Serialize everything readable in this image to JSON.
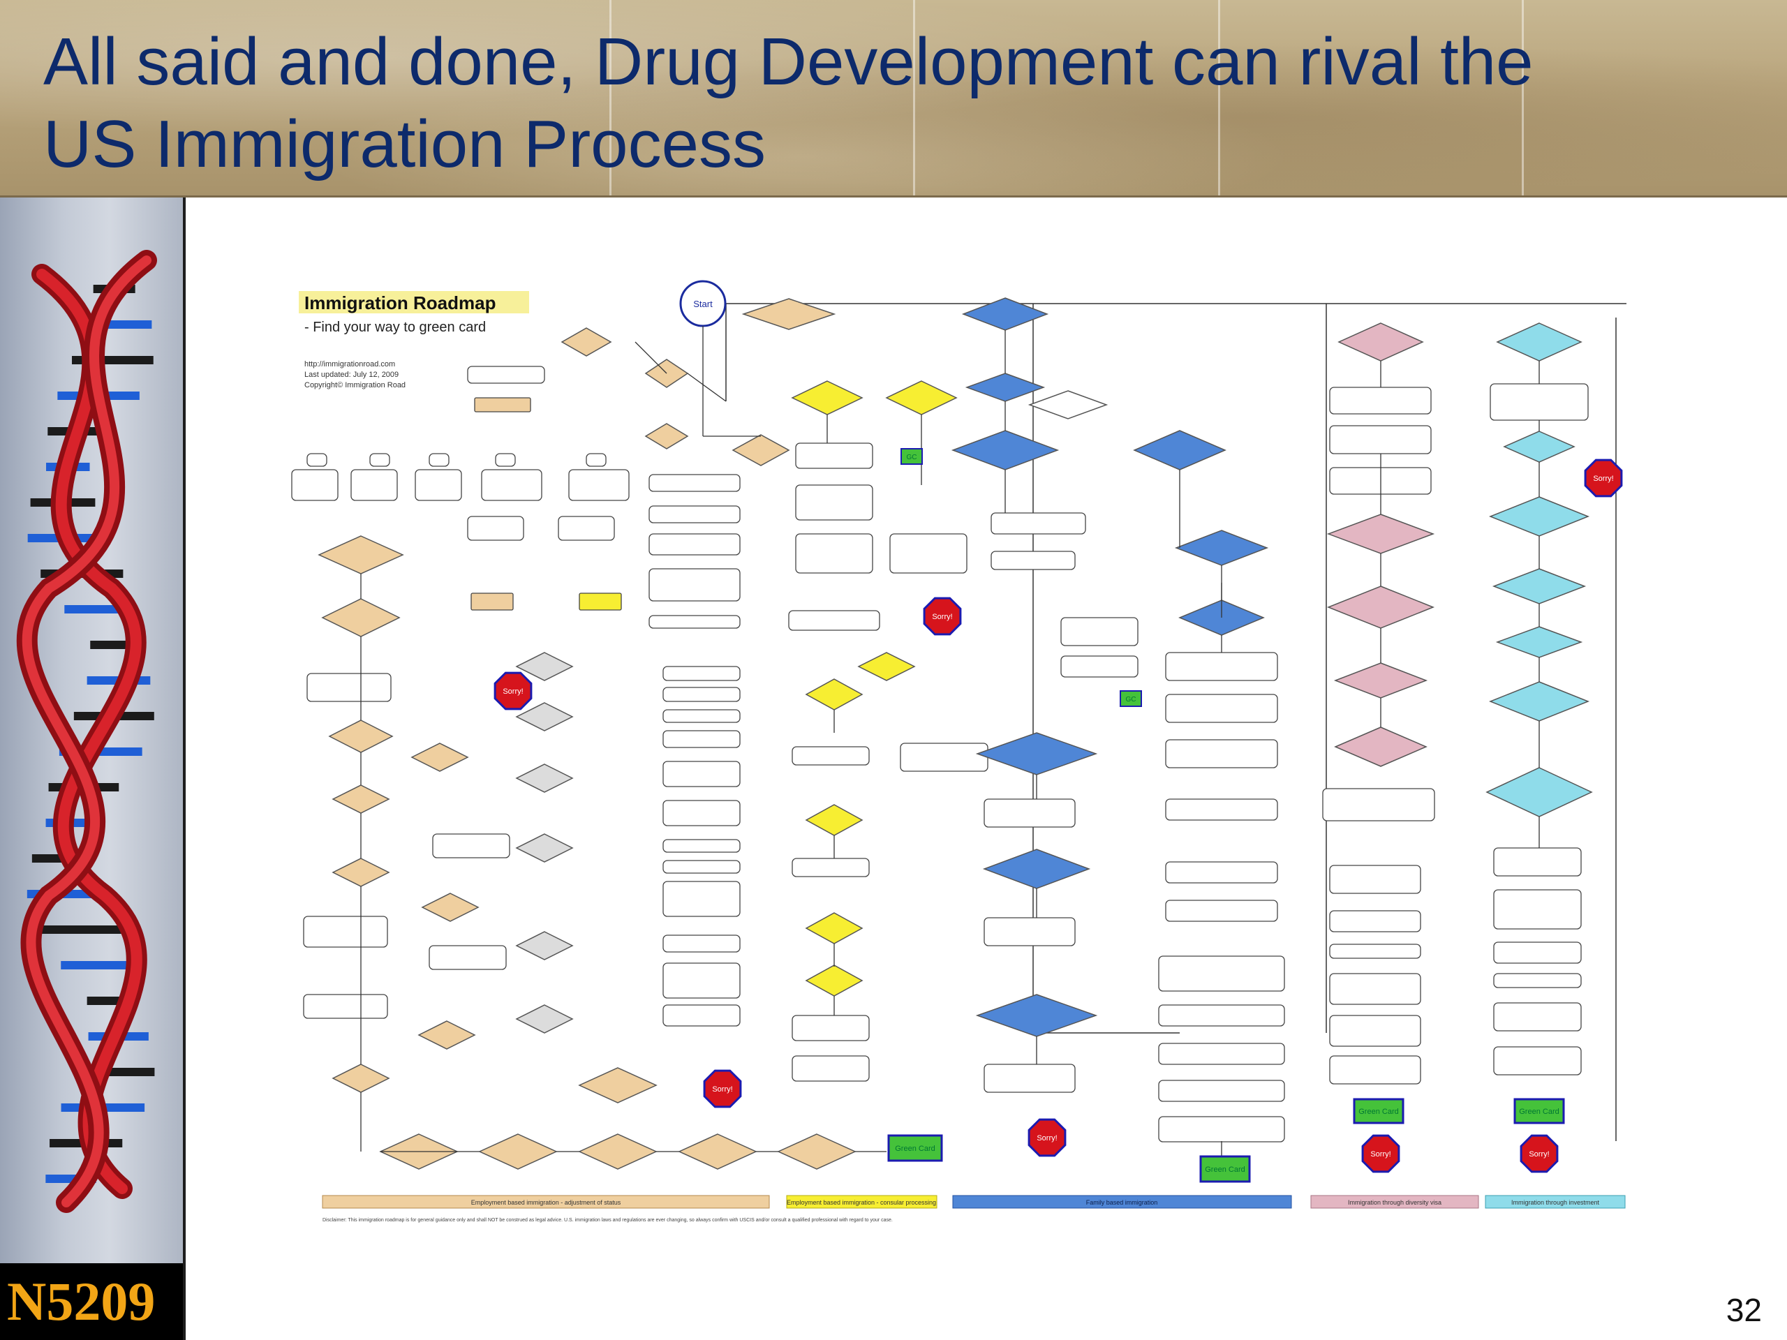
{
  "slide": {
    "title": "All said and done, Drug Development can rival the US Immigration Process",
    "brand": "N5209",
    "page_number": "32"
  },
  "roadmap": {
    "title": "Immigration Roadmap",
    "subtitle": "- Find your way to green card",
    "meta": [
      "http://immigrationroad.com",
      "Last updated: July 12, 2009",
      "Copyright© Immigration Road"
    ],
    "start_label": "Start",
    "green_card_label": "Green Card",
    "sorry_label": "Sorry!",
    "gc_label": "GC",
    "legend": [
      "Employment based immigration - adjustment of status",
      "Employment based immigration - consular processing",
      "Family based immigration",
      "Immigration through diversity visa",
      "Immigration through investment"
    ],
    "disclaimer": "Disclaimer: This immigration roadmap is for general guidance only and shall NOT be construed as legal advice. U.S. immigration laws and regulations are ever changing, so always confirm with USCIS and/or consult a qualified professional with regard to your case."
  },
  "colors": {
    "title_text": "#0d2a6b",
    "employment_adjustment": "#efcf9f",
    "employment_consular": "#f7ee32",
    "family": "#4f86d6",
    "diversity": "#e3b6c2",
    "investment": "#8fdcea",
    "sorry": "#d6141c",
    "green_card": "#45c23a",
    "brand": "#f2a516"
  }
}
